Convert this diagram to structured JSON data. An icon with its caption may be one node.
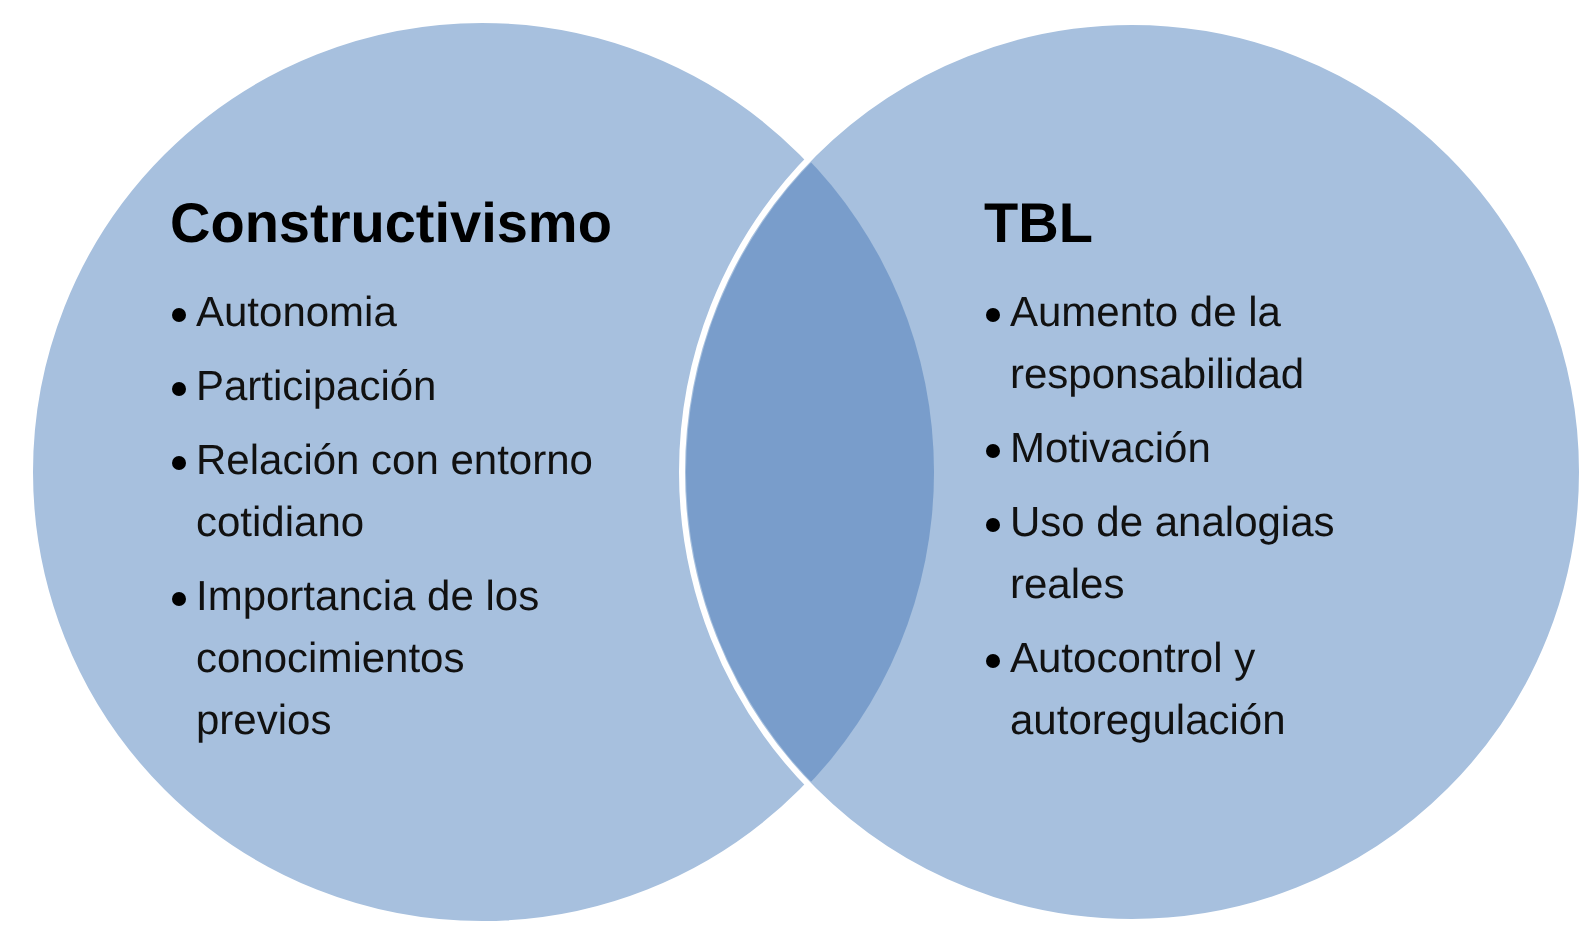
{
  "diagram": {
    "nodes": [
      {
        "text": [
          "Constructivismo",
          "Autonomia",
          "Participación",
          "Relación con entorno cotidiano",
          "Importancia de los conocimientos previos"
        ]
      },
      {
        "text": [
          "TBL",
          "Aumento de la responsabilidad",
          "Motivación",
          "Uso de analogias reales",
          "Autocontrol y autoregulación"
        ]
      }
    ]
  }
}
